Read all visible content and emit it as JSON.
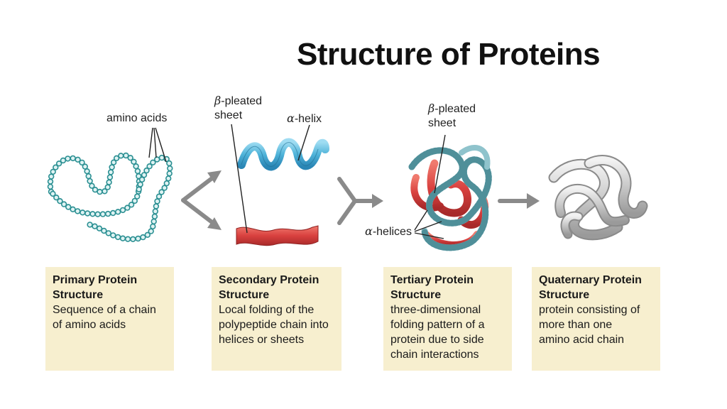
{
  "title": "Structure of Proteins",
  "labels": {
    "amino_acids": "amino acids",
    "beta_sheet_1_symbol": "β",
    "beta_sheet_1_line1": "-pleated",
    "beta_sheet_1_line2": "sheet",
    "alpha_helix_symbol": "α",
    "alpha_helix_text": "-helix",
    "beta_sheet_2_symbol": "β",
    "beta_sheet_2_line1": "-pleated",
    "beta_sheet_2_line2": "sheet",
    "alpha_helices_symbol": "α",
    "alpha_helices_text": "-helices"
  },
  "boxes": [
    {
      "title1": "Primary Protein",
      "title2": "Structure",
      "desc": [
        "Sequence of a chain",
        "of amino acids"
      ]
    },
    {
      "title1": "Secondary Protein",
      "title2": "Structure",
      "desc": [
        "Local folding of the",
        "polypeptide chain into",
        "helices or sheets"
      ]
    },
    {
      "title1": "Tertiary Protein",
      "title2": "Structure",
      "desc": [
        "three-dimensional",
        "folding pattern of a",
        "protein due to side",
        "chain interactions"
      ]
    },
    {
      "title1": "Quaternary Protein",
      "title2": "Structure",
      "desc": [
        "protein consisting of",
        "more than one",
        "amino acid chain"
      ]
    }
  ],
  "colors": {
    "bead": "#2a8f92",
    "helix": "#4fb3d9",
    "sheet": "#d9413f",
    "arrow": "#8a8a8a",
    "box": "#f7efcf"
  }
}
